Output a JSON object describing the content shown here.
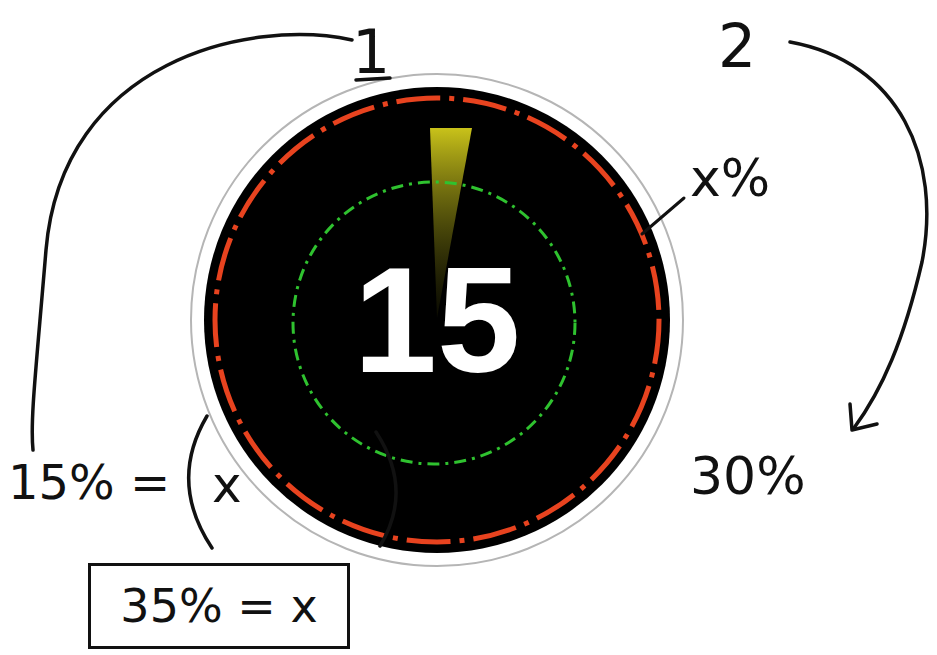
{
  "diagram": {
    "nodes": [
      {
        "text": [
          "15"
        ]
      },
      {
        "text": [
          "35% = x"
        ]
      }
    ],
    "labels": [
      "1",
      "2",
      "x%",
      "30%",
      "15% =",
      "x"
    ]
  }
}
